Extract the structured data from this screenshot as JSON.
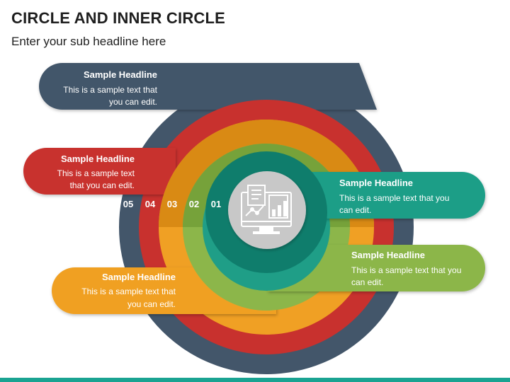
{
  "header": {
    "title": "CIRCLE AND INNER CIRCLE",
    "subtitle": "Enter your sub headline here"
  },
  "colors": {
    "ring_05": "#43566a",
    "ring_04": "#c8312e",
    "ring_03": "#f0a024",
    "ring_02": "#8cb64a",
    "ring_01": "#1f9e87",
    "core": "#0f7d6c",
    "center": "#c8c8c8",
    "footer": "#1aa392"
  },
  "center_icon": "monitor-analytics-icon",
  "rings": [
    {
      "number": "01"
    },
    {
      "number": "02"
    },
    {
      "number": "03"
    },
    {
      "number": "04"
    },
    {
      "number": "05"
    }
  ],
  "callouts": {
    "c05": {
      "headline": "Sample Headline",
      "line1": "This is a sample text that",
      "line2": "you can edit."
    },
    "c04": {
      "headline": "Sample Headline",
      "line1": "This is a sample text",
      "line2": "that you can edit."
    },
    "c01": {
      "headline": "Sample Headline",
      "line1": "This is a sample text that you",
      "line2": "can edit."
    },
    "c02": {
      "headline": "Sample Headline",
      "line1": "This is a sample text that you",
      "line2": "can edit."
    },
    "c03": {
      "headline": "Sample Headline",
      "line1": "This is a sample text that",
      "line2": "you can edit."
    }
  }
}
